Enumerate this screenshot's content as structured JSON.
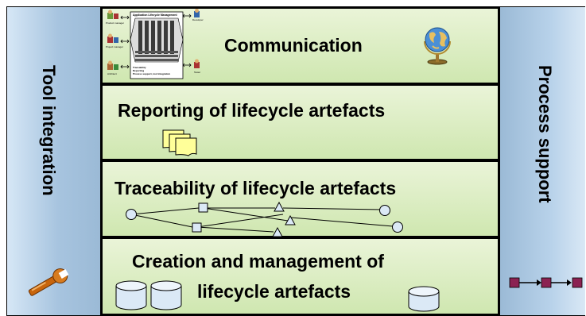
{
  "sides": {
    "left_label": "Tool integration",
    "right_label": "Process support"
  },
  "layers": {
    "communication": "Communication",
    "reporting": "Reporting of lifecycle artefacts",
    "traceability": "Traceability of lifecycle artefacts",
    "creation_line1": "Creation and management of",
    "creation_line2": "lifecycle artefacts"
  },
  "thumbnail": {
    "title": "Application Lifecycle Management",
    "roles": [
      "Product manager",
      "Project manager",
      "Architect",
      "Developer",
      "Tester"
    ],
    "footer": [
      "Traceability",
      "Reporting",
      "Process support, tool integration"
    ]
  },
  "colors": {
    "band_top": "#eaf4d8",
    "band_bottom": "#cfe7b0",
    "side_blue": "#a7c4df",
    "process_box": "#8b2252",
    "cylinder": "#dbe9f6",
    "document": "#ffff99"
  },
  "icons": [
    "globe-icon",
    "wrench-icon",
    "document-stack-icon",
    "database-cylinder-icon",
    "process-flow-icon",
    "traceability-graph-icon"
  ]
}
